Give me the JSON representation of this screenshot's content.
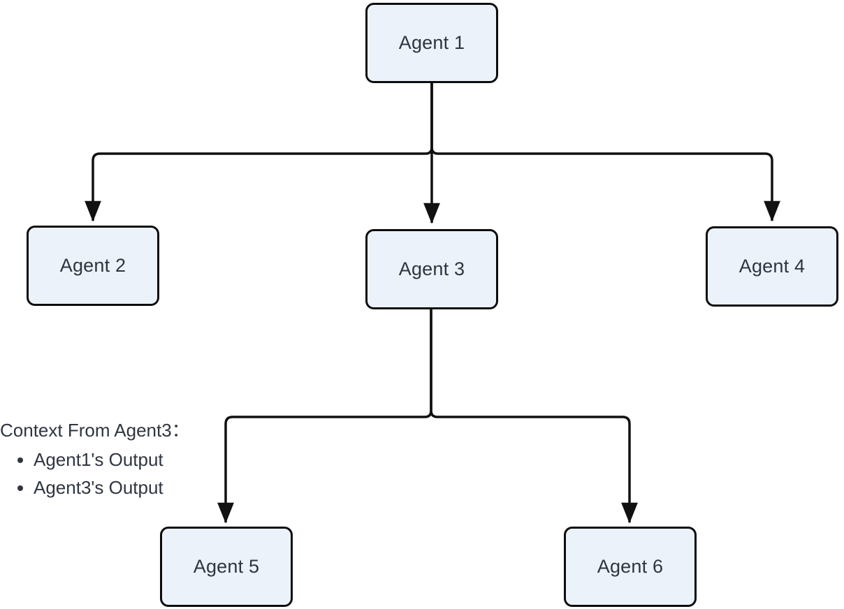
{
  "diagram": {
    "type": "flowchart",
    "nodes": {
      "agent1": {
        "label": "Agent 1"
      },
      "agent2": {
        "label": "Agent 2"
      },
      "agent3": {
        "label": "Agent 3"
      },
      "agent4": {
        "label": "Agent 4"
      },
      "agent5": {
        "label": "Agent 5"
      },
      "agent6": {
        "label": "Agent 6"
      }
    },
    "edges": [
      {
        "from": "Agent 1",
        "to": "Agent 2"
      },
      {
        "from": "Agent 1",
        "to": "Agent 3"
      },
      {
        "from": "Agent 1",
        "to": "Agent 4"
      },
      {
        "from": "Agent 3",
        "to": "Agent 5"
      },
      {
        "from": "Agent 3",
        "to": "Agent 6"
      }
    ],
    "annotation": {
      "title": "Context From Agent3：",
      "bullets": [
        "Agent1's Output",
        "Agent3's Output"
      ]
    },
    "colors": {
      "background": "#ffffff",
      "node_fill": "#ecf2f9",
      "node_border": "#0d0d0d",
      "edge": "#111111",
      "text": "#2f3540"
    }
  }
}
